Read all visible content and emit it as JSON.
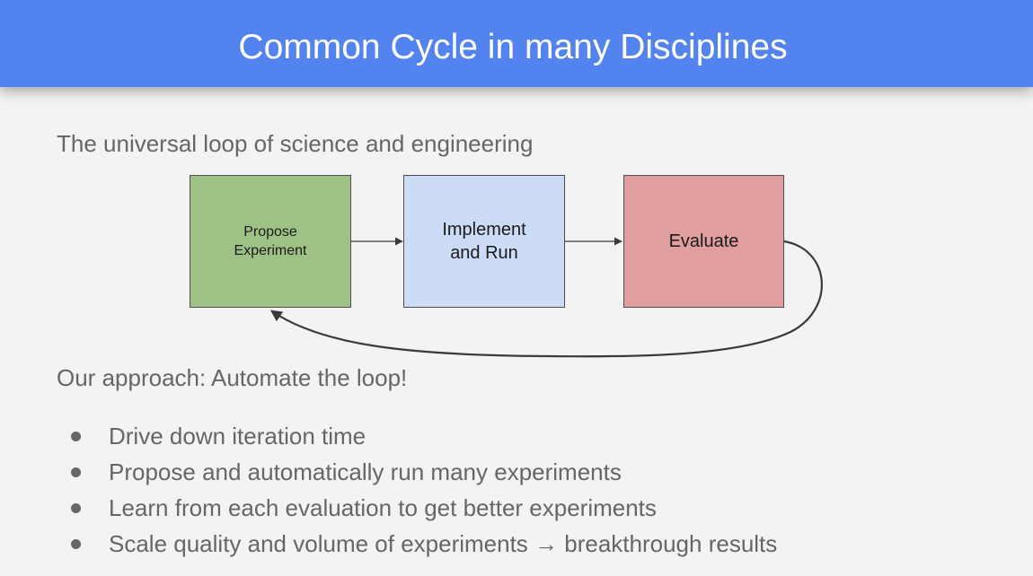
{
  "slide": {
    "title": "Common Cycle in many Disciplines",
    "subtitle": "The universal loop of science and engineering",
    "approach": "Our approach: Automate the loop!"
  },
  "diagram": {
    "nodes": [
      {
        "id": "propose",
        "label": "Propose\nExperiment",
        "color": "#9ec286"
      },
      {
        "id": "implement",
        "label": "Implement\nand Run",
        "color": "#ccdbf6"
      },
      {
        "id": "evaluate",
        "label": "Evaluate",
        "color": "#e09e9e"
      }
    ],
    "edges": [
      {
        "from": "propose",
        "to": "implement"
      },
      {
        "from": "implement",
        "to": "evaluate"
      },
      {
        "from": "evaluate",
        "to": "propose"
      }
    ]
  },
  "bullets": [
    "Drive down iteration time",
    "Propose and automatically run many experiments",
    "Learn from each evaluation to get better experiments",
    "Scale quality and volume of experiments → breakthrough results"
  ],
  "colors": {
    "header": "#5283ee",
    "background": "#f3f3f3",
    "text": "#666666"
  }
}
